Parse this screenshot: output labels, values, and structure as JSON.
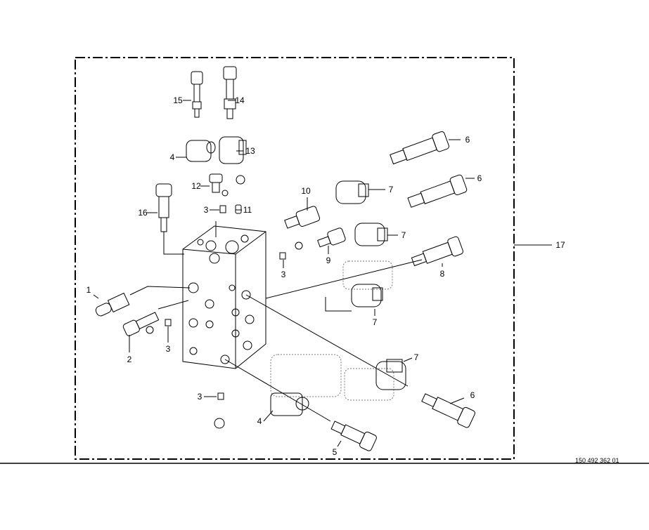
{
  "drawing": {
    "reference_number": "150 492 362 01",
    "callouts": [
      "15",
      "14",
      "4",
      "13",
      "12",
      "16",
      "3",
      "11",
      "10",
      "7",
      "6",
      "6",
      "7",
      "9",
      "3",
      "8",
      "17",
      "1",
      "7",
      "2",
      "3",
      "7",
      "6",
      "3",
      "4",
      "5"
    ]
  }
}
